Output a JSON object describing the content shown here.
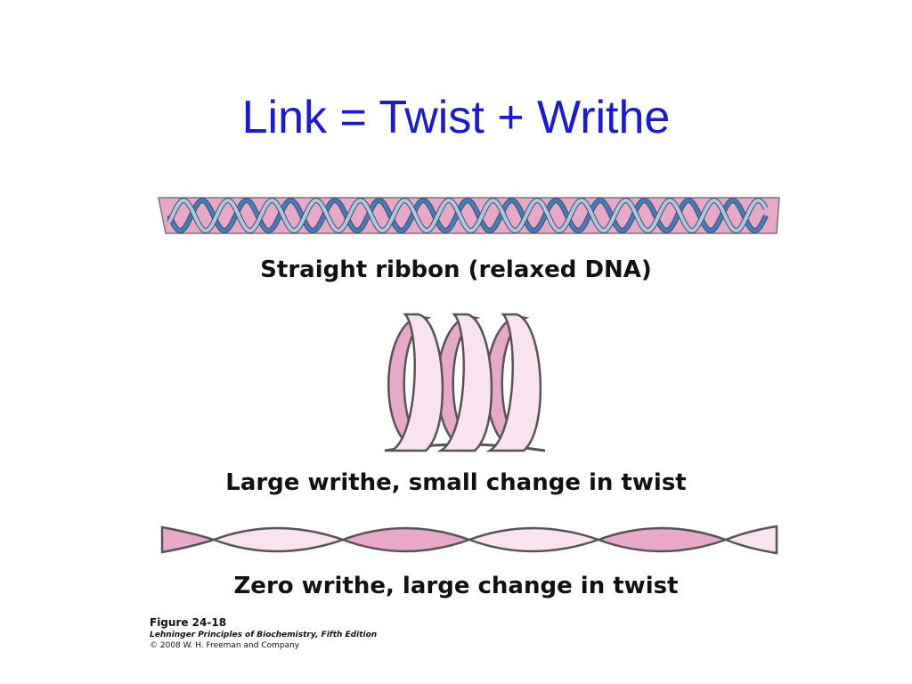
{
  "title": "Link = Twist + Writhe",
  "panels": [
    {
      "caption": "Straight ribbon (relaxed DNA)"
    },
    {
      "caption": "Large writhe, small change in twist"
    },
    {
      "caption": "Zero writhe, large change in twist"
    }
  ],
  "credit": {
    "figure": "Figure 24-18",
    "book": "Lehninger Principles of Biochemistry, Fifth Edition",
    "copyright": "© 2008 W. H. Freeman and Company"
  },
  "colors": {
    "title": "#1a1ad6",
    "ribbon_pink": "#e8a9c9",
    "ribbon_light": "#f8e3ef",
    "helix_dark_blue": "#3d7fc0",
    "helix_light_blue": "#a9c8e6",
    "outline": "#555555"
  }
}
